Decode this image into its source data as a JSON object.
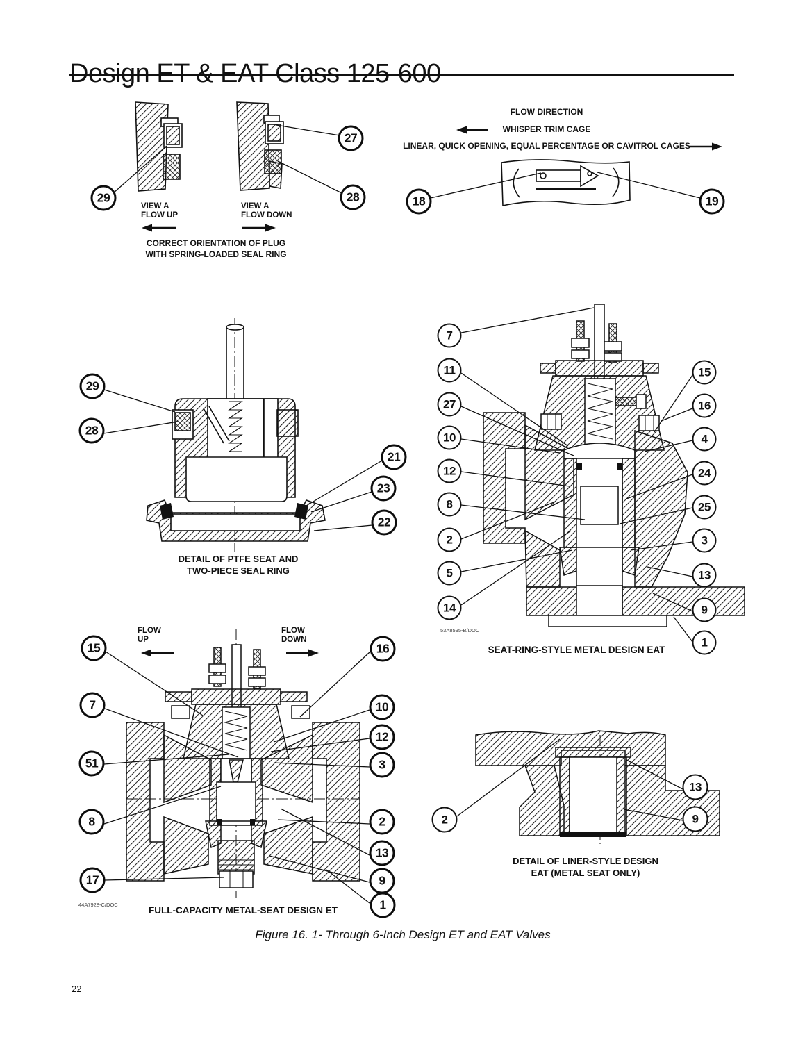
{
  "page": {
    "title": "Design ET & EAT Class 125-600",
    "page_number": "22",
    "figure_caption": "Figure 16. 1- Through 6-Inch Design ET and EAT Valves"
  },
  "plug_orientation": {
    "caption_line1": "CORRECT ORIENTATION OF PLUG",
    "caption_line2": "WITH SPRING-LOADED SEAL RING",
    "view_up_line1": "VIEW A",
    "view_up_line2": "FLOW UP",
    "view_down_line1": "VIEW A",
    "view_down_line2": "FLOW DOWN",
    "callouts": [
      "29",
      "27",
      "28"
    ]
  },
  "flow_direction": {
    "title": "FLOW DIRECTION",
    "whisper_label": "WHISPER TRIM CAGE",
    "linear_label": "LINEAR, QUICK OPENING, EQUAL PERCENTAGE OR CAVITROL CAGES",
    "callouts": [
      "18",
      "19"
    ]
  },
  "ptfe_detail": {
    "caption_line1": "DETAIL OF PTFE SEAT AND",
    "caption_line2": "TWO-PIECE SEAL RING",
    "callouts": [
      "29",
      "28",
      "21",
      "23",
      "22"
    ]
  },
  "eat_valve": {
    "caption": "SEAT-RING-STYLE METAL DESIGN EAT",
    "doc_code": "53A8595-B/DOC",
    "left_callouts": [
      "7",
      "11",
      "27",
      "10",
      "12",
      "8",
      "2",
      "5",
      "14"
    ],
    "right_callouts": [
      "15",
      "16",
      "4",
      "24",
      "25",
      "3",
      "13",
      "9",
      "1"
    ]
  },
  "et_valve": {
    "caption": "FULL-CAPACITY METAL-SEAT DESIGN ET",
    "doc_code": "44A7928-C/DOC",
    "flow_up_line1": "FLOW",
    "flow_up_line2": "UP",
    "flow_down_line1": "FLOW",
    "flow_down_line2": "DOWN",
    "left_callouts": [
      "15",
      "7",
      "51",
      "8",
      "17"
    ],
    "right_callouts": [
      "16",
      "10",
      "12",
      "3",
      "2",
      "13",
      "9",
      "1"
    ]
  },
  "liner_detail": {
    "caption_line1": "DETAIL OF LINER-STYLE DESIGN",
    "caption_line2": "EAT (METAL SEAT ONLY)",
    "callouts": [
      "2",
      "13",
      "9"
    ]
  }
}
